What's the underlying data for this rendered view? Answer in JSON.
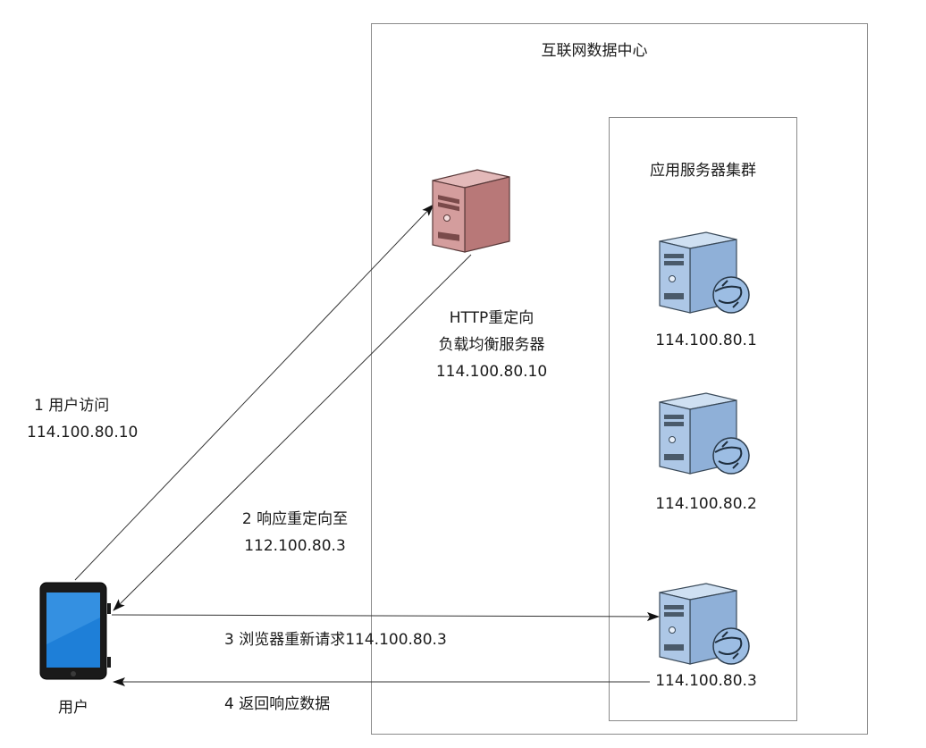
{
  "datacenter": {
    "title": "互联网数据中心"
  },
  "cluster": {
    "title": "应用服务器集群"
  },
  "load_balancer": {
    "line1": "HTTP重定向",
    "line2": "负载均衡服务器",
    "ip": "114.100.80.10"
  },
  "servers": [
    {
      "ip": "114.100.80.1"
    },
    {
      "ip": "114.100.80.2"
    },
    {
      "ip": "114.100.80.3"
    }
  ],
  "user": {
    "label": "用户"
  },
  "steps": {
    "step1_line1": "1 用户访问",
    "step1_line2": "114.100.80.10",
    "step2_line1": "2 响应重定向至",
    "step2_line2": "112.100.80.3",
    "step3": "3 浏览器重新请求114.100.80.3",
    "step4": "4 返回响应数据"
  },
  "colors": {
    "lb_server": "#c98a8a",
    "app_server": "#8fb0d8",
    "tablet_screen": "#1e7fd8",
    "border": "#8a8a8a"
  },
  "icons": {
    "load_balancer": "server-tower-icon",
    "app_server": "server-globe-icon",
    "user": "tablet-icon"
  }
}
